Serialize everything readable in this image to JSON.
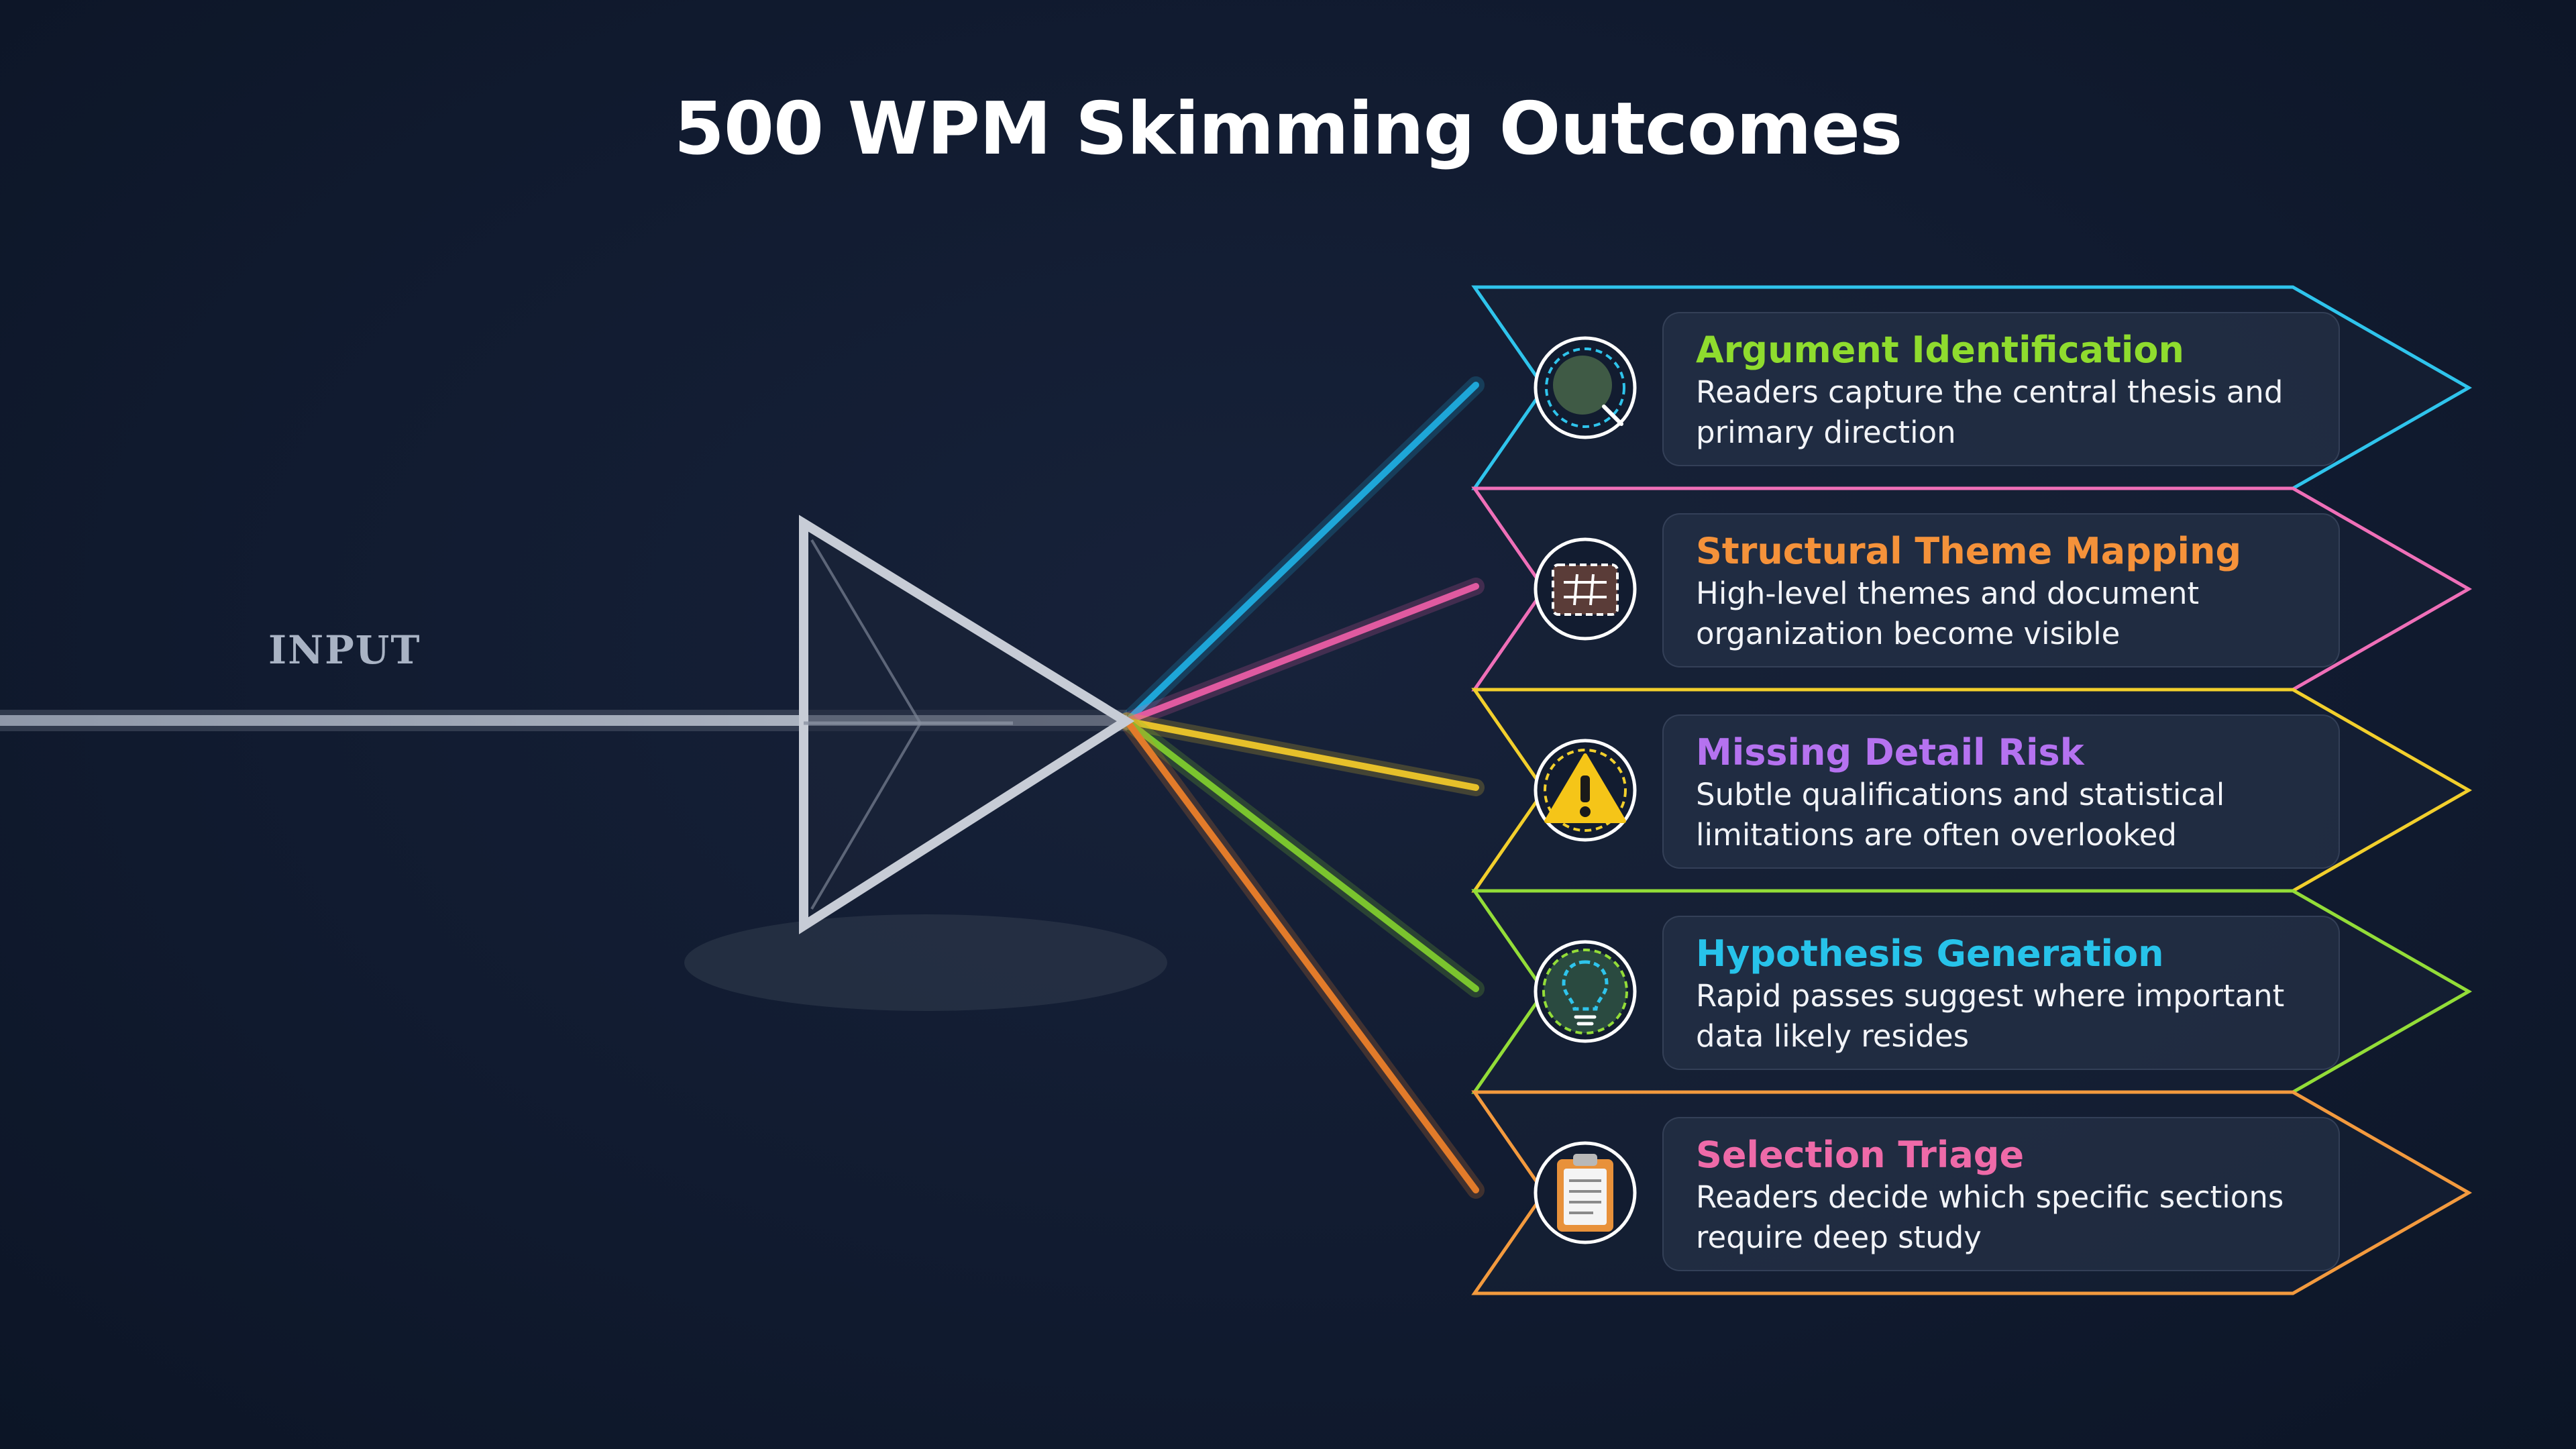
{
  "title": "500 WPM Skimming Outcomes",
  "input_label": "INPUT",
  "outcomes": [
    {
      "title": "Argument Identification",
      "desc": "Readers capture the central thesis and primary direction",
      "title_color": "#8fdc2e",
      "ray_color": "#1ea6d8",
      "border_color": "#2fc4ec",
      "icon": "magnifier-icon"
    },
    {
      "title": "Structural Theme Mapping",
      "desc": "High-level themes and document organization become visible",
      "title_color": "#f5923a",
      "ray_color": "#e05aa0",
      "border_color": "#ef6fb8",
      "icon": "structure-map-icon"
    },
    {
      "title": "Missing Detail Risk",
      "desc": "Subtle qualifications and statistical limitations are often overlooked",
      "title_color": "#b572f0",
      "ray_color": "#e6c02a",
      "border_color": "#f2cf2c",
      "icon": "warning-icon"
    },
    {
      "title": "Hypothesis Generation",
      "desc": "Rapid passes suggest where important data likely resides",
      "title_color": "#27c3ea",
      "ray_color": "#7ac42e",
      "border_color": "#93dd38",
      "icon": "lightbulb-icon"
    },
    {
      "title": "Selection Triage",
      "desc": "Readers decide which specific sections require deep study",
      "title_color": "#ee6aa8",
      "ray_color": "#e27b2a",
      "border_color": "#f39a3e",
      "icon": "clipboard-icon"
    }
  ]
}
